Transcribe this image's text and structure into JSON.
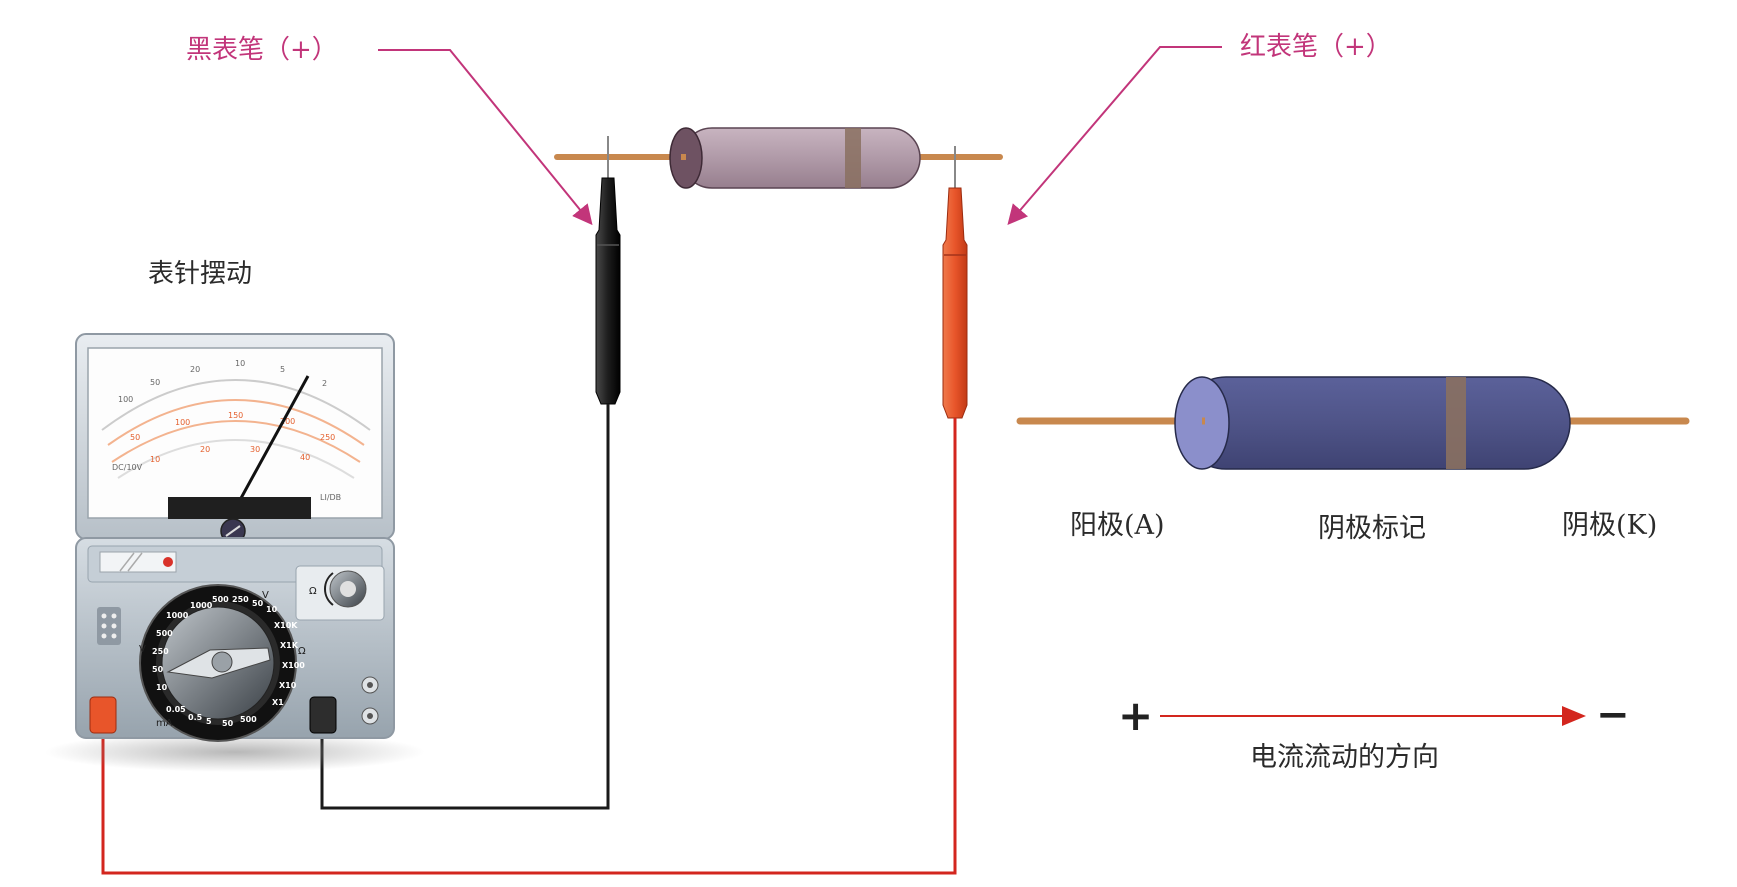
{
  "labels": {
    "black_probe": "黑表笔（+）",
    "red_probe": "红表笔（+）",
    "needle_swing": "表针摆动",
    "anode": "阳极(A)",
    "cathode_mark": "阴极标记",
    "cathode": "阴极(K)",
    "current_direction": "电流流动的方向",
    "plus_sign": "+",
    "minus_sign": "−"
  },
  "meter": {
    "omega_symbol": "Ω",
    "v_symbol": "V",
    "ma_symbol": "mA",
    "range_labels": [
      "1000",
      "500",
      "250",
      "50",
      "10"
    ],
    "ohm_ranges": [
      "X10K",
      "X1K",
      "X100",
      "X10",
      "X1"
    ],
    "ma_ranges": [
      "500",
      "50",
      "5",
      "0.5",
      "0.05"
    ],
    "v_ranges": [
      "10",
      "50",
      "250",
      "500",
      "1000"
    ]
  },
  "colors": {
    "label_pink": "#c2357a",
    "black_wire": "#1a1a1a",
    "red_wire": "#d3261e",
    "red_probe": "#e8552a",
    "diode_test_body": "#b09aa8",
    "diode_body": "#4f5488",
    "cathode_band": "#8a7060",
    "lead_wire": "#c8884e"
  }
}
